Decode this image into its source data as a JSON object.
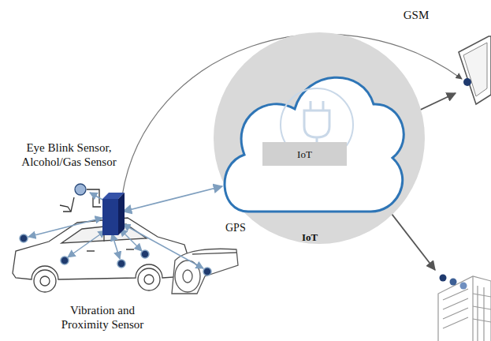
{
  "diagram": {
    "nodes": [
      {
        "text": [
          "GPS",
          "IoT"
        ]
      },
      {
        "text": [
          "IoT"
        ],
        "in": 0
      }
    ],
    "labels": [
      "GSM",
      "Eye Blink Sensor, Alcohol/Gas Sensor",
      "Vibration and Proximity Sensor"
    ]
  }
}
